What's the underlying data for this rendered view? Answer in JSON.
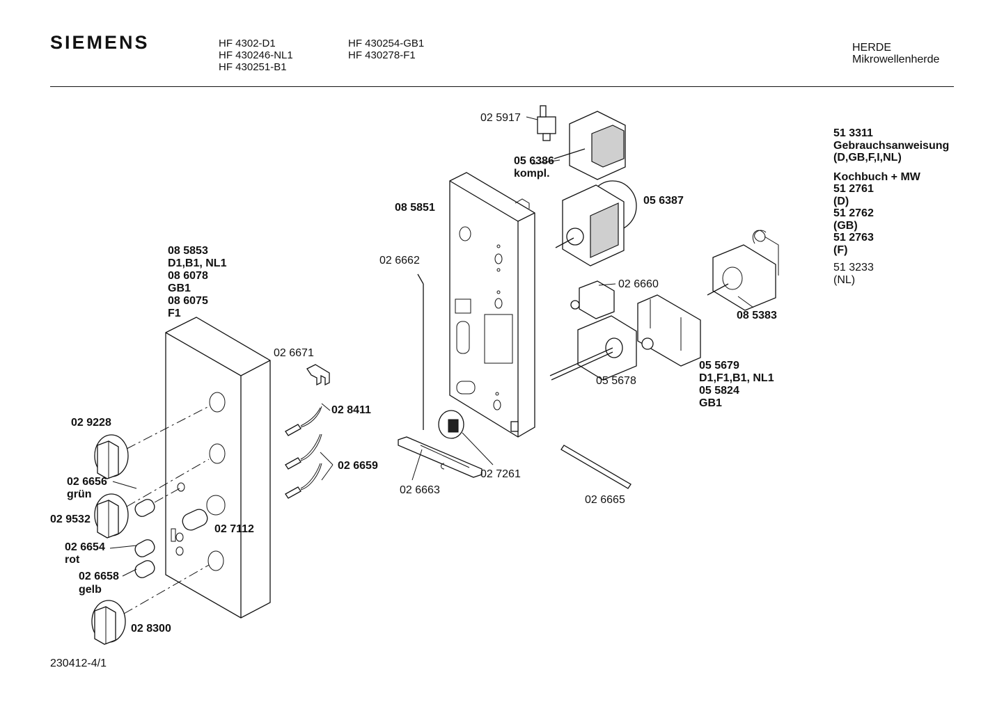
{
  "header": {
    "brand": "SIEMENS",
    "models_col1": [
      "HF 4302-D1",
      "HF 430246-NL1",
      "HF 430251-B1"
    ],
    "models_col2": [
      "HF 430254-GB1",
      "HF 430278-F1"
    ],
    "category": "HERDE",
    "subcategory": "Mikrowellenherde"
  },
  "parts": {
    "p025917": "02 5917",
    "p056386": "05 6386",
    "p056386b": "kompl.",
    "p085851": "08 5851",
    "p056387": "05 6387",
    "p026662": "02 6662",
    "p026660": "02 6660",
    "p085383": "08 5383",
    "p085853": "08 5853",
    "p085853v": "D1,B1, NL1",
    "p086078": "08 6078",
    "p086078v": "GB1",
    "p086075": "08 6075",
    "p086075v": "F1",
    "p026671": "02 6671",
    "p028411": "02 8411",
    "p029228": "02 9228",
    "p026659": "02 6659",
    "p026656": "02 6656",
    "p026656v": "grün",
    "p029532": "02 9532",
    "p027112": "02 7112",
    "p026654": "02 6654",
    "p026654v": "rot",
    "p026658": "02 6658",
    "p026658v": "gelb",
    "p028300": "02 8300",
    "p026663": "02 6663",
    "p027261": "02 7261",
    "p026665": "02 6665",
    "p055678": "05 5678",
    "p055679": "05 5679",
    "p055679v": "D1,F1,B1, NL1",
    "p055824": "05 5824",
    "p055824v": "GB1"
  },
  "side_notes": {
    "manual_no": "51 3311",
    "manual_title": "Gebrauchsanweisung",
    "manual_langs": "(D,GB,F,I,NL)",
    "cookbook_title": "Kochbuch + MW",
    "cb_d_no": "51 2761",
    "cb_d": "(D)",
    "cb_gb_no": "51 2762",
    "cb_gb": "(GB)",
    "cb_f_no": "51 2763",
    "cb_f": "(F)",
    "cb_nl_no": "51 3233",
    "cb_nl": "(NL)"
  },
  "footer": {
    "drawing_no": "230412-4/1"
  }
}
